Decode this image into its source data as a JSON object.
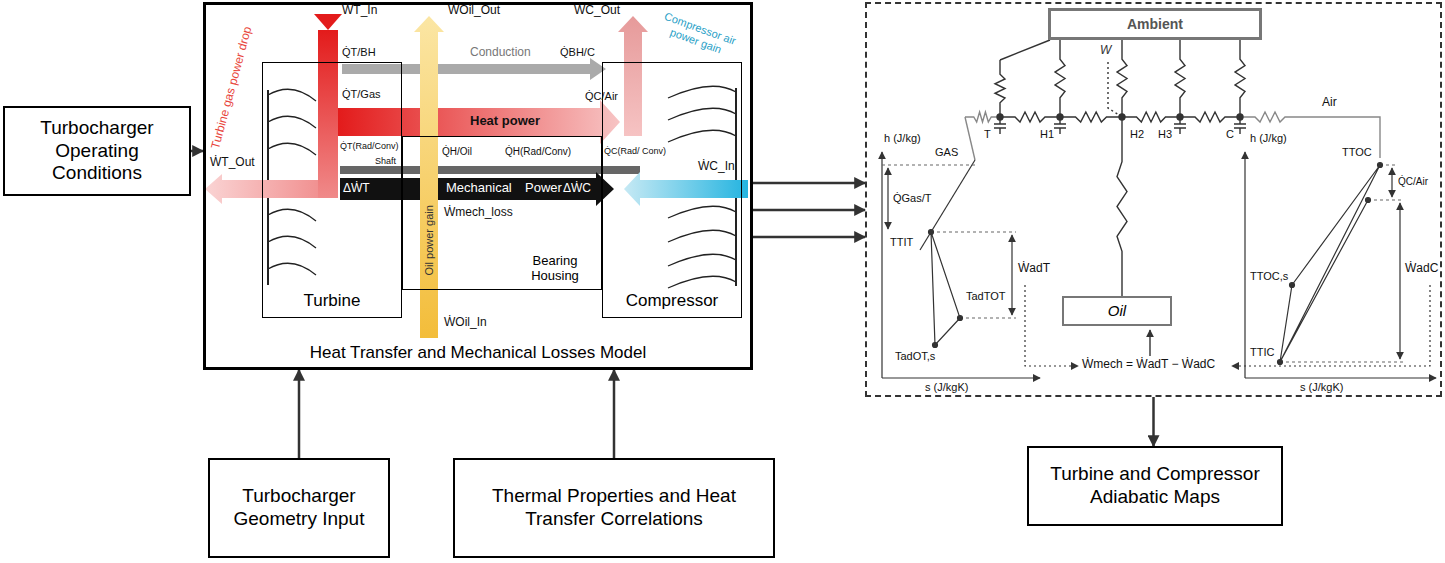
{
  "diagram": {
    "nodes": [
      {
        "text": [
          "Turbocharger Operating Conditions"
        ]
      },
      {
        "text": [
          "Heat Transfer and Mechanical Losses Model"
        ]
      },
      {
        "text": [
          "Turbine"
        ],
        "in": 1
      },
      {
        "text": [
          "Bearing Housing"
        ],
        "in": 1
      },
      {
        "text": [
          "Compressor"
        ],
        "in": 1
      },
      {
        "text": [
          "Turbocharger Geometry Input"
        ]
      },
      {
        "text": [
          "Thermal Properties and Heat Transfer Correlations"
        ]
      },
      {
        "text": []
      },
      {
        "text": [
          "Ambient"
        ],
        "in": 7
      },
      {
        "text": [
          "Oil"
        ],
        "in": 7
      },
      {
        "text": [
          "Turbine and Compressor Adiabatic Maps"
        ]
      }
    ],
    "edges": [
      {
        "from": 0,
        "to": 1,
        "arrow": "to"
      },
      {
        "from": 5,
        "to": 1,
        "arrow": "to"
      },
      {
        "from": 6,
        "to": 1,
        "arrow": "to"
      },
      {
        "from": 1,
        "to": 7,
        "arrow": "to"
      },
      {
        "from": 1,
        "to": 7,
        "arrow": "to"
      },
      {
        "from": 1,
        "to": 7,
        "arrow": "to"
      },
      {
        "from": 7,
        "to": 10,
        "arrow": "to"
      }
    ],
    "labels": [
      "ẆT_In",
      "ẆOil_Out",
      "ẆC_Out",
      "Q̇T/BH",
      "Conduction",
      "Q̇BH/C",
      "Q̇T/Gas",
      "Turbine gas power drop",
      "Compressor air power gain",
      "Heat power",
      "Q̇C/Air",
      "Q̇T(Rad/Conv)",
      "Q̇H/Oil",
      "Q̇H(Rad/Conv)",
      "Q̇C(Rad/ Conv)",
      "ẆT_Out",
      "ΔẆT",
      "Mechanical",
      "Power",
      "ΔẆC",
      "ẆC_In",
      "Shaft",
      "Ẇmech_loss",
      "Oil power gain",
      "ẆOil_In",
      "W",
      "GAS",
      "T",
      "H1",
      "H2",
      "H3",
      "C",
      "Air",
      "h (J/kg)",
      "s (J/kgK)",
      "Q̇Gas/T",
      "TTIT",
      "TadTOT",
      "TadOT,s",
      "ẆadT",
      "h (J/kg)",
      "TTOC",
      "Q̇C/Air",
      "TTOC,s",
      "ẆadC",
      "TTIC",
      "s (J/kgK)",
      "Ẇmech = ẆadT − ẆadC"
    ]
  }
}
